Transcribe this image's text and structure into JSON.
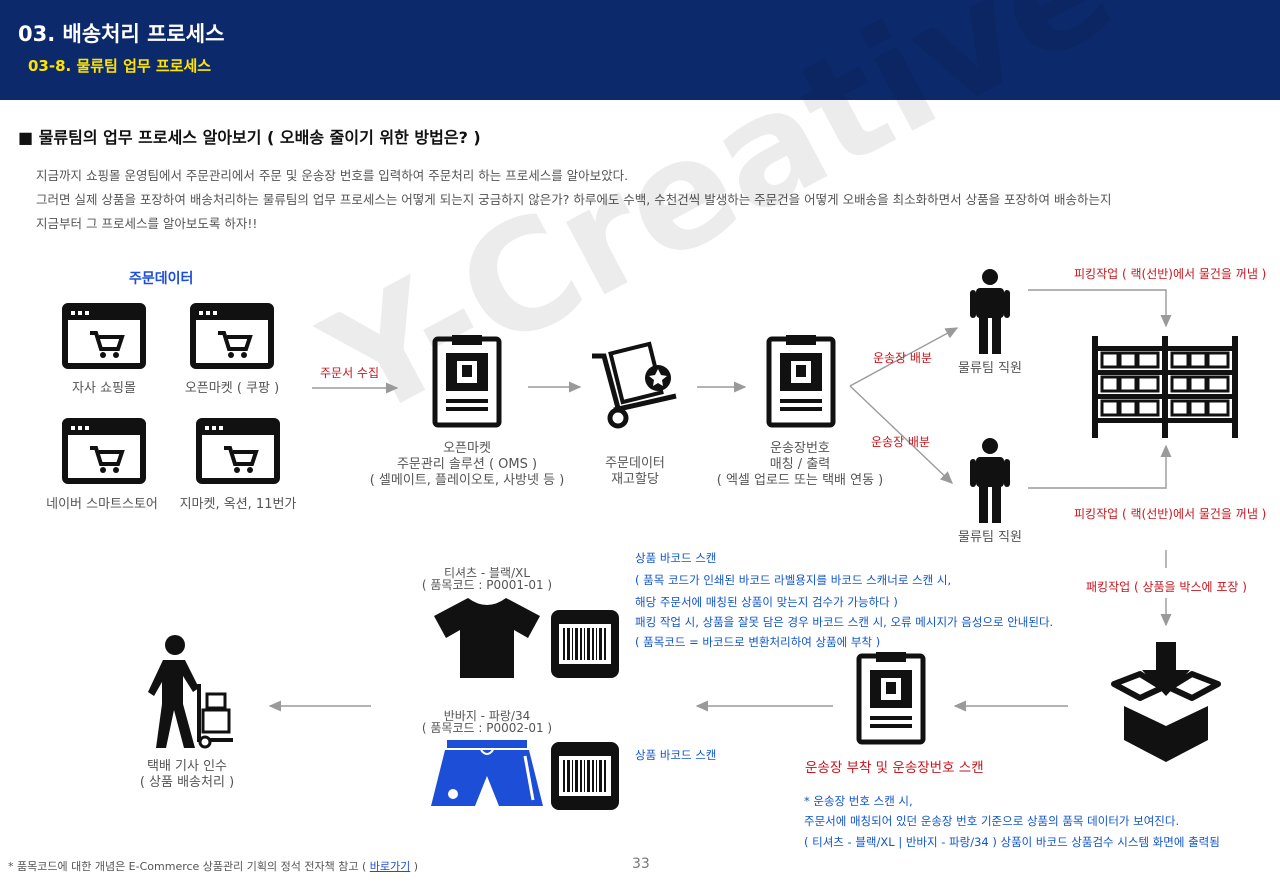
{
  "header": {
    "title": "03. 배송처리 프로세스",
    "subtitle": "03-8. 물류팀 업무 프로세스"
  },
  "section": {
    "title": "■ 물류팀의 업무 프로세스 알아보기 ( 오배송 줄이기 위한 방법은? )",
    "intro": [
      "지금까지 쇼핑몰 운영팀에서 주문관리에서 주문 및 운송장 번호를 입력하여 주문처리 하는 프로세스를 알아보았다.",
      "그러면 실제 상품을 포장하여 배송처리하는 물류팀의 업무 프로세스는 어떻게 되는지 궁금하지 않은가? 하루에도 수백, 수천건씩 발생하는 주문건을 어떻게 오배송을 최소화하면서 상품을 포장하여 배송하는지",
      "지금부터 그 프로세스를 알아보도록 하자!!"
    ]
  },
  "watermark": "Y-Creative",
  "order_data": {
    "title": "주문데이터",
    "channels": [
      "자사 쇼핑몰",
      "오픈마켓 ( 쿠팡 )",
      "네이버 스마트스토어",
      "지마켓, 옥션, 11번가"
    ]
  },
  "flow": {
    "collect_label": "주문서 수집",
    "oms_label": [
      "오픈마켓",
      "주문관리 솔루션 ( OMS )",
      "( 셀메이트, 플레이오토, 사방넷 등 )"
    ],
    "stock_label": [
      "주문데이터",
      "재고할당"
    ],
    "invoice_label": [
      "운송장번호",
      "매칭 / 출력",
      "( 엑셀 업로드 또는 택배 연동 )"
    ],
    "dist_label_1": "운송장 배분",
    "dist_label_2": "운송장 배분",
    "staff_label_1": "물류팀 직원",
    "staff_label_2": "물류팀 직원",
    "picking_label_1": "피킹작업 ( 랙(선반)에서 물건을 꺼냄 )",
    "picking_label_2": "피킹작업 ( 랙(선반)에서 물건을 꺼냄 )",
    "packing_label": "패킹작업 ( 상품을 박스에 포장 )",
    "attach_title": "운송장 부착 및 운송장번호 스캔",
    "attach_notes": [
      "* 운송장 번호 스캔 시,",
      "주문서에 매칭되어 있던 운송장 번호 기준으로 상품의 품목 데이터가 보여진다.",
      "( 티셔츠 - 블랙/XL  |  반바지 - 파랑/34 ) 상품이 바코드 상품검수 시스템 화면에 출력됨"
    ],
    "product1_label": [
      "티셔츠 - 블랙/XL",
      "( 품목코드 : P0001-01 )"
    ],
    "product2_label": [
      "반바지 - 파랑/34",
      "( 품목코드 : P0002-01 )"
    ],
    "scan_notes": [
      "상품 바코드 스캔",
      "( 품목 코드가 인쇄된 바코드 라벨용지를 바코드 스캐너로 스캔 시,",
      "해당 주문서에 매칭된 상품이 맞는지 검수가 가능하다 )",
      "패킹 작업 시, 상품을 잘못 담은 경우 바코드 스캔 시, 오류 메시지가 음성으로 안내된다.",
      "( 품목코드 = 바코드로 변환처리하여 상품에 부착 )"
    ],
    "scan_label_2": "상품 바코드 스캔",
    "courier_label": [
      "택배 기사 인수",
      "( 상품 배송처리 )"
    ]
  },
  "footer": {
    "note": "* 품목코드에 대한 개념은 E-Commerce 상품관리 기획의 정석 전자책 참고 ( ",
    "link": "바로가기",
    "note_end": " )",
    "page": "33"
  },
  "colors": {
    "header_bg": "#0c2a6b",
    "subtitle": "#ffe400",
    "red_label": "#c8161d",
    "blue_text": "#1155cc",
    "shorts_blue": "#1d4ed8"
  }
}
